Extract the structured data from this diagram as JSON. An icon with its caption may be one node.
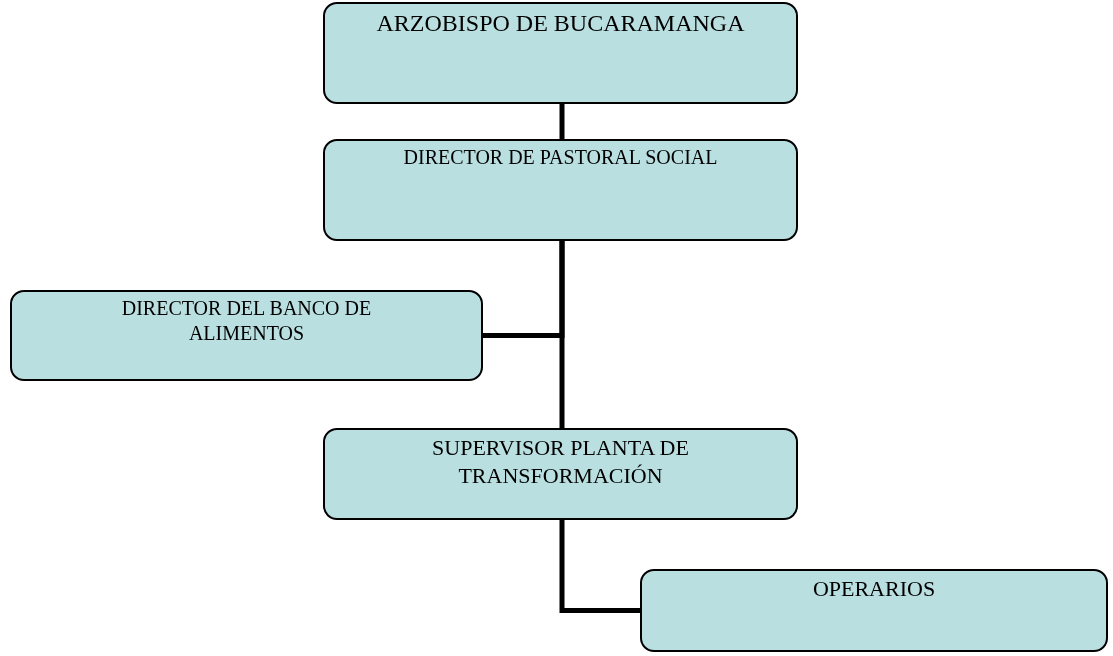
{
  "diagram": {
    "nodes": [
      {
        "text": [
          "ARZOBISPO DE BUCARAMANGA"
        ]
      },
      {
        "text": [
          "DIRECTOR DE PASTORAL SOCIAL"
        ]
      },
      {
        "text": [
          "DIRECTOR DEL BANCO DE ALIMENTOS"
        ]
      },
      {
        "text": [
          "SUPERVISOR PLANTA DE TRANSFORMACIÓN"
        ]
      },
      {
        "text": [
          "OPERARIOS"
        ]
      }
    ],
    "edges": [
      {
        "from": 0,
        "to": 1,
        "arrow": "none"
      },
      {
        "from": 1,
        "to": 2,
        "arrow": "none"
      },
      {
        "from": 1,
        "to": 3,
        "arrow": "none"
      },
      {
        "from": 3,
        "to": 4,
        "arrow": "none"
      }
    ]
  }
}
